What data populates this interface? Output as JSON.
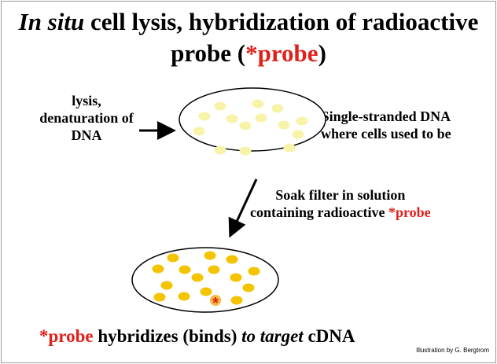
{
  "title": {
    "line1_italic": "In situ",
    "line1_rest": " cell lysis, hybridization of radioactive",
    "line2_pre": "probe (",
    "line2_red": "*probe",
    "line2_post": ")"
  },
  "left_label": {
    "line1": "lysis,",
    "line2": "denaturation of",
    "line3": "DNA"
  },
  "right_label": {
    "line1": "Single-stranded DNA",
    "line2": "where cells used to be"
  },
  "soak_label": {
    "line1": "Soak filter in solution",
    "line2_pre": "containing radioactive ",
    "line2_red": "*probe"
  },
  "bottom_caption": {
    "red": "*probe",
    "mid": " hybridizes (binds) ",
    "italic": "to target",
    "end": " cDNA"
  },
  "credit": "Illustration by G. Bergtrom",
  "colors": {
    "accent_red": "#e0201b",
    "pale_dot": "#f7f3a8",
    "gold_dot": "#f5c400"
  }
}
